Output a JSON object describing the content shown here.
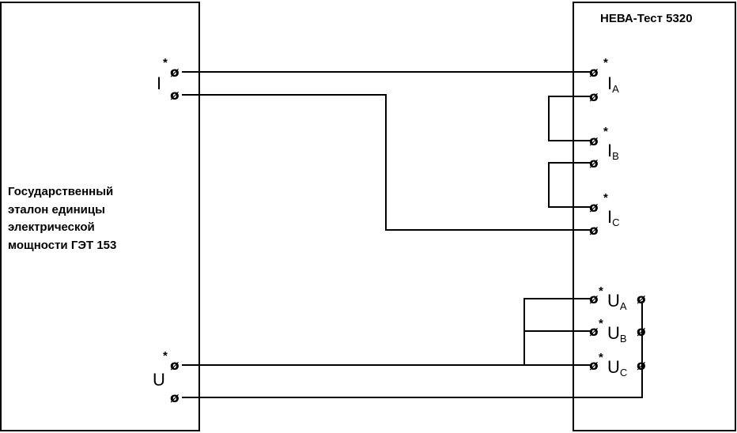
{
  "left_block": {
    "description_lines": [
      "Государственный",
      "эталон единицы",
      "электрической",
      "мощности ГЭТ 153"
    ],
    "current_label": "I",
    "voltage_label": "U"
  },
  "right_block": {
    "title": "НЕВА-Тест 5320",
    "current_phases": [
      {
        "main": "I",
        "sub": "A"
      },
      {
        "main": "I",
        "sub": "B"
      },
      {
        "main": "I",
        "sub": "C"
      }
    ],
    "voltage_phases": [
      {
        "main": "U",
        "sub": "A"
      },
      {
        "main": "U",
        "sub": "B"
      },
      {
        "main": "U",
        "sub": "C"
      }
    ]
  },
  "polarity_mark": "*",
  "terminal_glyph": "ø"
}
